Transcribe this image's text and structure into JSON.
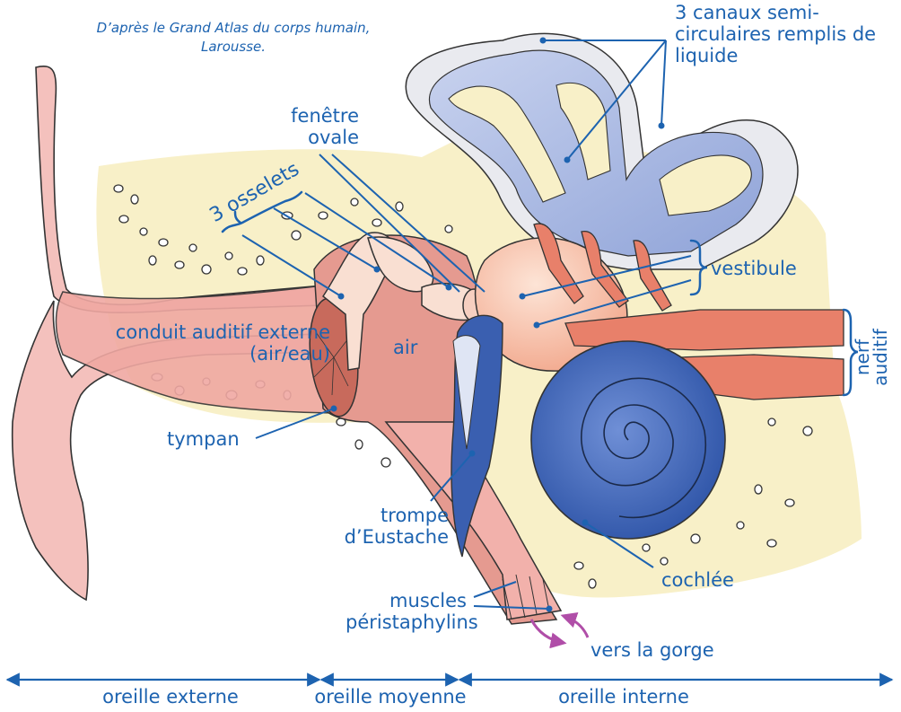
{
  "credit": "D’après le Grand Atlas du corps humain, Larousse.",
  "labels": {
    "canaux": "3 canaux semi-circulaires remplis de liquide",
    "fenetre": "fenêtre ovale",
    "osselets": "3 osselets",
    "vestibule": "vestibule",
    "nerf": "nerf auditif",
    "conduit": "conduit auditif externe (air/eau)",
    "air": "air",
    "tympan": "tympan",
    "trompe": "trompe d’Eustache",
    "cochlee": "cochlée",
    "muscles": "muscles péristaphylins",
    "gorge": "vers la gorge"
  },
  "sections": {
    "externe": "oreille externe",
    "moyenne": "oreille moyenne",
    "interne": "oreille interne"
  },
  "colors": {
    "text": "#1d63b0",
    "bone": "#f8f0c8",
    "skin": "#f4b8b4",
    "canal": "#a8b8e0",
    "cochlea": "#3a5fb0",
    "nerve": "#e8806a",
    "arrow": "#b04ea8"
  }
}
